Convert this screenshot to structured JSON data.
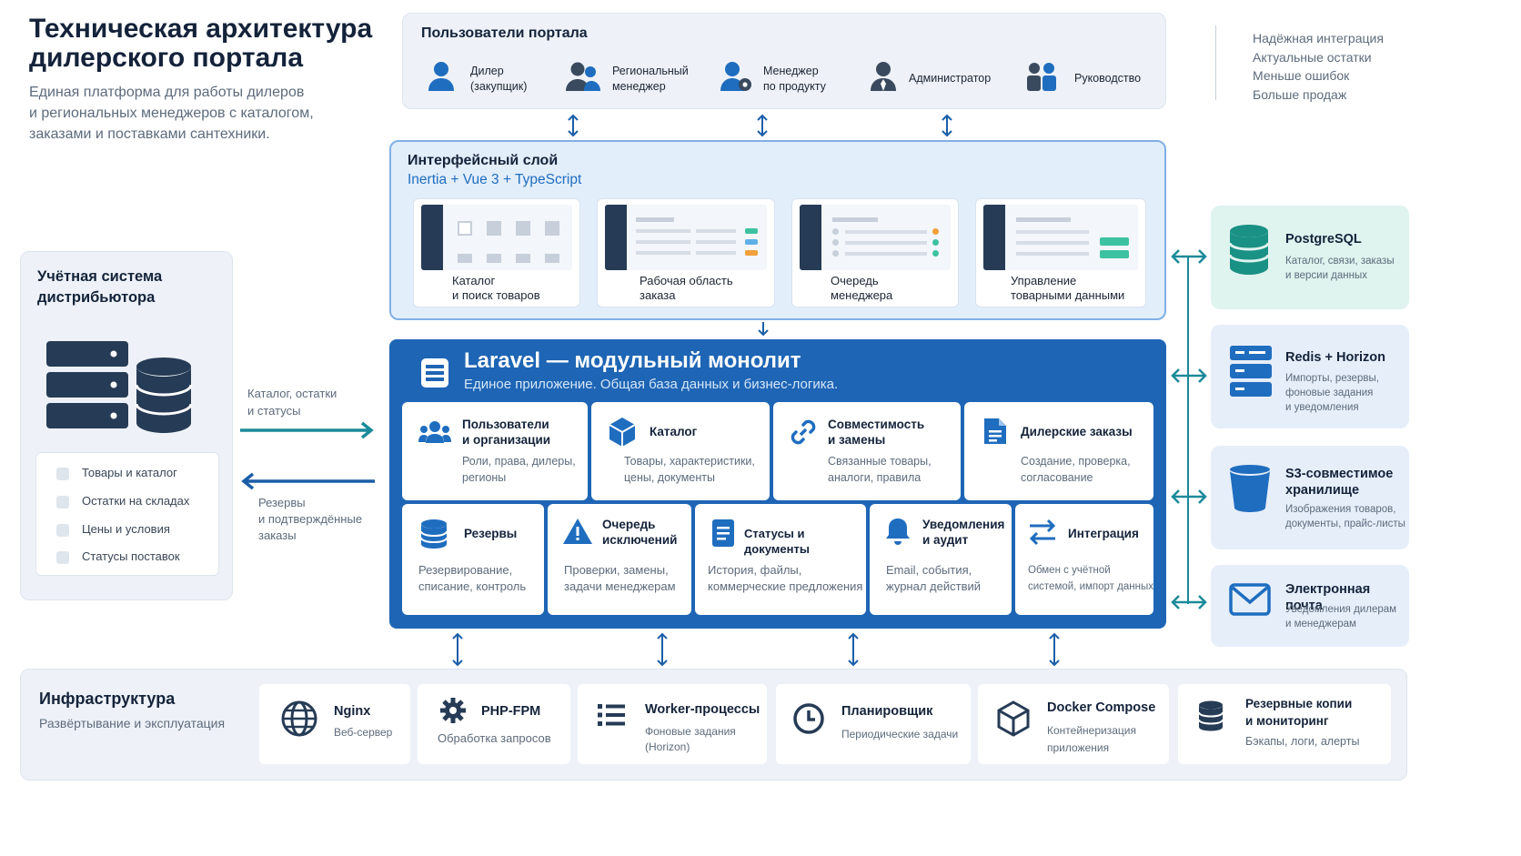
{
  "header": {
    "title": [
      "Техническая архитектура",
      "дилерского портала"
    ],
    "subtitle": [
      "Единая платформа для работы дилеров",
      "и региональных менеджеров с каталогом,",
      "заказами и поставками сантехники."
    ]
  },
  "benefits": [
    "Надёжная интеграция",
    "Актуальные остатки",
    "Меньше ошибок",
    "Больше продаж"
  ],
  "users": {
    "title": "Пользователи портала",
    "items": [
      {
        "label": [
          "Дилер",
          "(закупщик)"
        ],
        "icon": "user-icon"
      },
      {
        "label": [
          "Региональный",
          "менеджер"
        ],
        "icon": "users-icon"
      },
      {
        "label": [
          "Менеджер",
          "по продукту"
        ],
        "icon": "product-manager-icon"
      },
      {
        "label": [
          "Администратор"
        ],
        "icon": "admin-icon"
      },
      {
        "label": [
          "Руководство"
        ],
        "icon": "leadership-icon"
      }
    ]
  },
  "ui_layer": {
    "title": "Интерфейсный слой",
    "subtitle": "Inertia + Vue 3 + TypeScript",
    "screens": [
      {
        "label": [
          "Каталог",
          "и поиск товаров"
        ]
      },
      {
        "label": [
          "Рабочая область",
          "заказа"
        ]
      },
      {
        "label": [
          "Очередь",
          "менеджера"
        ]
      },
      {
        "label": [
          "Управление",
          "товарными данными"
        ]
      }
    ]
  },
  "accounting": {
    "title": [
      "Учётная система",
      "дистрибьютора"
    ],
    "items": [
      "Товары и каталог",
      "Остатки на складах",
      "Цены и условия",
      "Статусы поставок"
    ],
    "arrow_in": [
      "Каталог, остатки",
      "и статусы"
    ],
    "arrow_out": [
      "Резервы",
      "и подтверждённые",
      "заказы"
    ]
  },
  "laravel": {
    "title": "Laravel — модульный монолит",
    "subtitle": "Единое приложение. Общая база данных и бизнес-логика.",
    "modules_top": [
      {
        "title": [
          "Пользователи",
          "и организации"
        ],
        "desc": [
          "Роли, права, дилеры,",
          "регионы"
        ],
        "icon": "users-group-icon"
      },
      {
        "title": [
          "Каталог"
        ],
        "desc": [
          "Товары, характеристики,",
          "цены, документы"
        ],
        "icon": "cube-icon"
      },
      {
        "title": [
          "Совместимость",
          "и замены"
        ],
        "desc": [
          "Связанные товары,",
          "аналоги, правила"
        ],
        "icon": "link-icon"
      },
      {
        "title": [
          "Дилерские заказы"
        ],
        "desc": [
          "Создание, проверка,",
          "согласование"
        ],
        "icon": "document-icon"
      }
    ],
    "modules_bottom": [
      {
        "title": [
          "Резервы"
        ],
        "desc": [
          "Резервирование,",
          "списание, контроль"
        ],
        "icon": "database-icon"
      },
      {
        "title": [
          "Очередь",
          "исключений"
        ],
        "desc": [
          "Проверки, замены,",
          "задачи менеджерам"
        ],
        "icon": "warning-icon"
      },
      {
        "title": [
          "Статусы и документы"
        ],
        "desc": [
          "История, файлы,",
          "коммерческие предложения"
        ],
        "icon": "file-list-icon"
      },
      {
        "title": [
          "Уведомления",
          "и аудит"
        ],
        "desc": [
          "Email, события,",
          "журнал действий"
        ],
        "icon": "bell-icon"
      },
      {
        "title": [
          "Интеграция"
        ],
        "desc": [
          "Обмен с учётной",
          "системой, импорт данных"
        ],
        "icon": "swap-icon"
      }
    ]
  },
  "services": [
    {
      "title": [
        "PostgreSQL"
      ],
      "desc": [
        "Каталог, связи, заказы",
        "и версии данных"
      ],
      "icon": "database-icon",
      "bg": "#dff3ef"
    },
    {
      "title": [
        "Redis + Horizon"
      ],
      "desc": [
        "Импорты, резервы,",
        "фоновые задания",
        "и уведомления"
      ],
      "icon": "server-icon",
      "bg": "#e6eefa"
    },
    {
      "title": [
        "S3-совместимое",
        "хранилище"
      ],
      "desc": [
        "Изображения товаров,",
        "документы, прайс-листы"
      ],
      "icon": "bucket-icon",
      "bg": "#e6eefa"
    },
    {
      "title": [
        "Электронная почта"
      ],
      "desc": [
        "Уведомления дилерам",
        "и менеджерам"
      ],
      "icon": "mail-icon",
      "bg": "#e6eefa"
    }
  ],
  "infrastructure": {
    "title": "Инфраструктура",
    "subtitle": "Развёртывание и эксплуатация",
    "items": [
      {
        "title": [
          "Nginx"
        ],
        "desc": [
          "Веб-сервер"
        ],
        "icon": "globe-icon"
      },
      {
        "title": [
          "PHP-FPM"
        ],
        "desc": [
          "Обработка запросов"
        ],
        "icon": "gear-icon"
      },
      {
        "title": [
          "Worker-процессы"
        ],
        "desc": [
          "Фоновые задания",
          "(Horizon)"
        ],
        "icon": "list-icon"
      },
      {
        "title": [
          "Планировщик"
        ],
        "desc": [
          "Периодические задачи"
        ],
        "icon": "clock-icon"
      },
      {
        "title": [
          "Docker Compose"
        ],
        "desc": [
          "Контейнеризация",
          "приложения"
        ],
        "icon": "box-icon"
      },
      {
        "title": [
          "Резервные копии",
          "и мониторинг"
        ],
        "desc": [
          "Бэкапы, логи, алерты"
        ],
        "icon": "database-icon"
      }
    ]
  },
  "colors": {
    "primary": "#1f6dbf",
    "primary_dark": "#1b5ea8",
    "teal": "#1b8a9a",
    "panel_bg": "#eef2f8",
    "ui_bg": "#e3eefb"
  }
}
